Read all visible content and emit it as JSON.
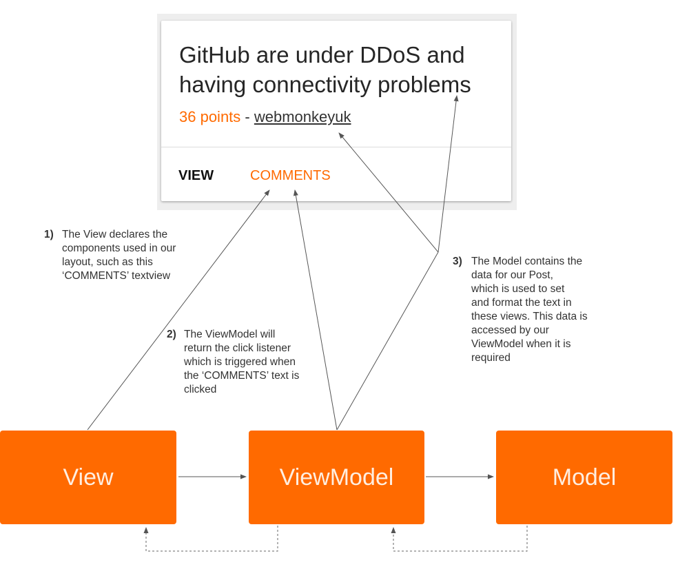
{
  "card": {
    "title": "GitHub are under DDoS and having connectivity problems",
    "points": "36 points",
    "separator": " - ",
    "author": "webmonkeyuk",
    "actions": {
      "view": "VIEW",
      "comments": "COMMENTS"
    }
  },
  "notes": [
    {
      "number": "1)",
      "text": "The View declares the\ncomponents used in our\nlayout, such as this\n‘COMMENTS’ textview"
    },
    {
      "number": "2)",
      "text": "The ViewModel will\nreturn the click listener\nwhich is triggered when\nthe ‘COMMENTS’ text is\nclicked"
    },
    {
      "number": "3)",
      "text": "The Model contains the\ndata for our Post,\nwhich is used to set\nand format the text in\nthese views. This data is\naccessed by our\nViewModel when it is\nrequired"
    }
  ],
  "boxes": {
    "view": "View",
    "viewmodel": "ViewModel",
    "model": "Model"
  },
  "colors": {
    "accent": "#ff6a00",
    "arrow": "#555555",
    "text": "#333333"
  }
}
